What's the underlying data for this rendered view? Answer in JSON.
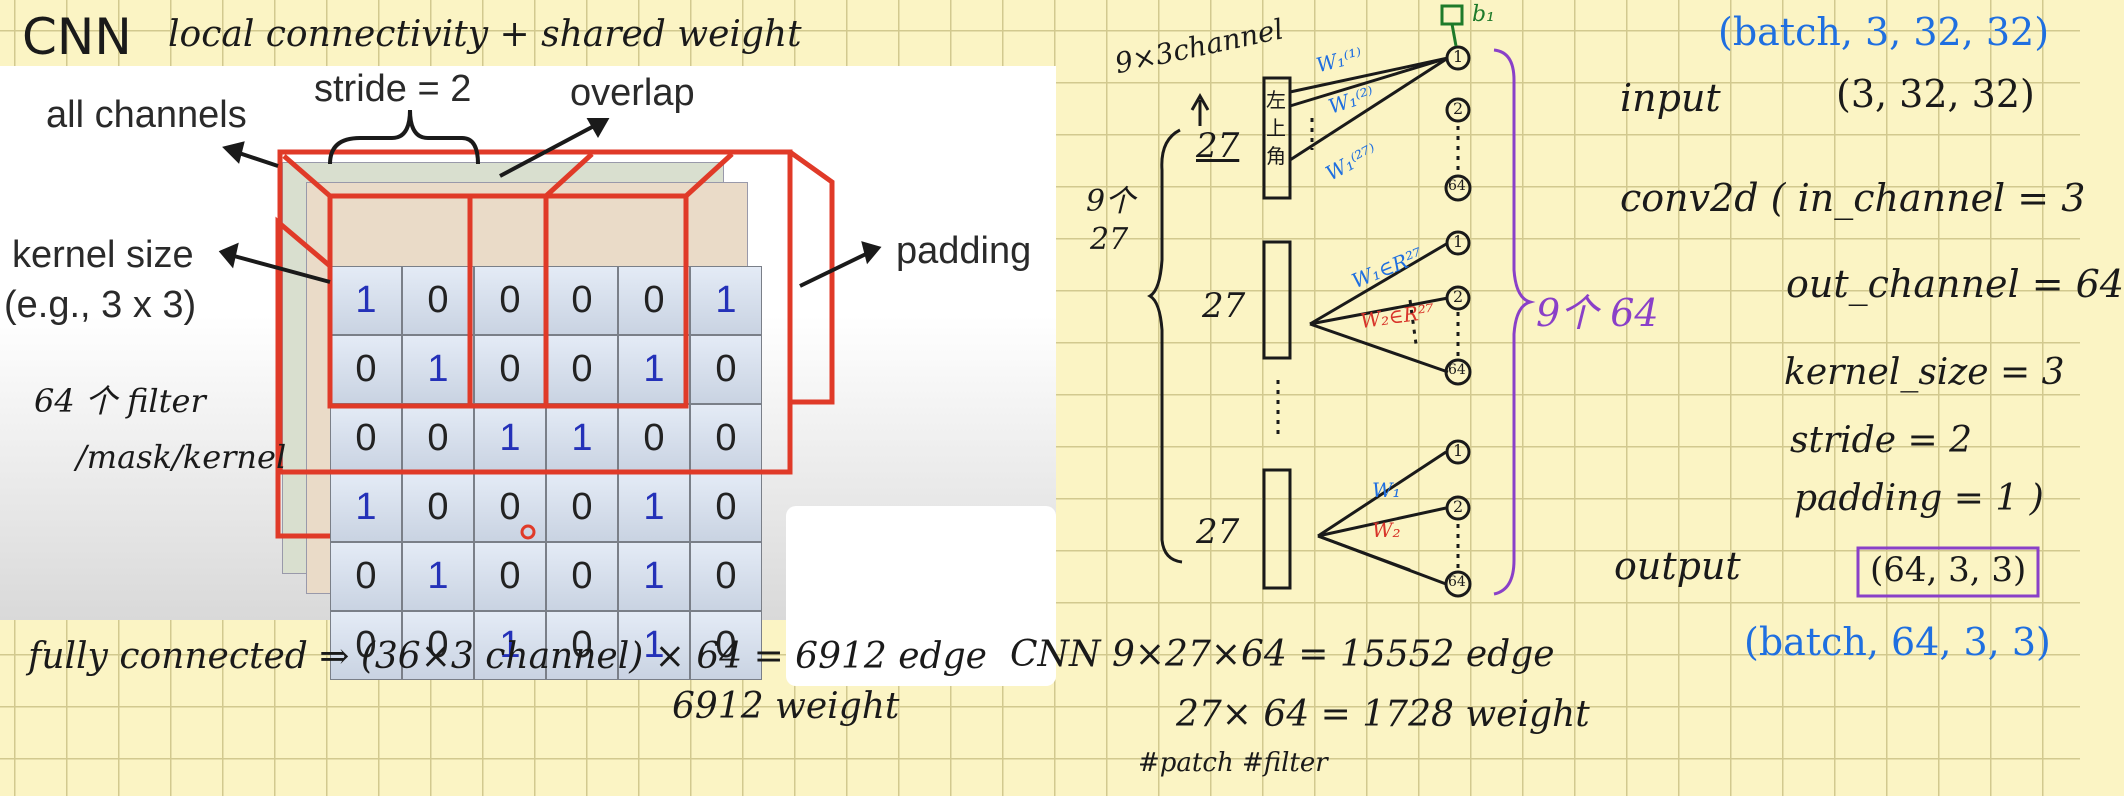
{
  "header": {
    "title": "CNN",
    "subtitle": "local connectivity + shared weight"
  },
  "slide": {
    "labels": {
      "all_channels": "all channels",
      "stride": "stride = 2",
      "overlap": "overlap",
      "kernel_size": "kernel size",
      "kernel_example": "(e.g., 3 x 3)",
      "padding": "padding"
    },
    "matrix": [
      [
        "1",
        "0",
        "0",
        "0",
        "0",
        "1"
      ],
      [
        "0",
        "1",
        "0",
        "0",
        "1",
        "0"
      ],
      [
        "0",
        "0",
        "1",
        "1",
        "0",
        "0"
      ],
      [
        "1",
        "0",
        "0",
        "0",
        "1",
        "0"
      ],
      [
        "0",
        "1",
        "0",
        "0",
        "1",
        "0"
      ],
      [
        "0",
        "0",
        "1",
        "0",
        "1",
        "0"
      ]
    ]
  },
  "left_notes": {
    "filter_count": "64 个 filter",
    "filter_aliases": "/mask/kernel",
    "fully_connected": "fully connected ⇒ (36×3 channel) × 64 = 6912 edge",
    "fc_weight": "6912 weight"
  },
  "diagram": {
    "bias": "b₁",
    "channel_note": "9×3channel",
    "group_note_top": "9个",
    "group_note_bottom": "27",
    "group_size": "27",
    "dots": "⋮",
    "first_patch_label": "左上角",
    "nodes": [
      "1",
      "2",
      "64"
    ],
    "w_labels_top": [
      "W₁⁽¹⁾",
      "W₁⁽²⁾",
      "W₁⁽²⁷⁾"
    ],
    "w_labels_mid": [
      "W₁∈R²⁷",
      "W₂∈R²⁷"
    ],
    "w_labels_bottom": [
      "W₁",
      "W₂"
    ],
    "brace_label": "9个 64",
    "cnn_edges": "CNN   9×27×64  = 15552 edge",
    "cnn_weights": "27× 64 = 1728 weight",
    "footnote": "#patch  #filter"
  },
  "code": {
    "batch_in": "(batch, 3, 32, 32)",
    "input_label": "input",
    "input_shape": "(3, 32, 32)",
    "conv_call": "conv2d ( in_channel = 3",
    "out_channel": "out_channel = 64",
    "kernel_size": "kernel_size = 3",
    "stride": "stride = 2",
    "padding": "padding = 1 )",
    "output_label": "output",
    "output_shape": "(64, 3, 3)",
    "batch_out": "(batch, 64, 3, 3)"
  },
  "colors": {
    "paper": "#fbf4c4",
    "grid": "#d2c98f",
    "ink": "#1a1a1a",
    "blue_ink": "#1f6fe0",
    "red_ink": "#d8342a",
    "purple_ink": "#8a40c8",
    "green_ink": "#1e7a2a",
    "kernel_red": "#e03a28"
  }
}
